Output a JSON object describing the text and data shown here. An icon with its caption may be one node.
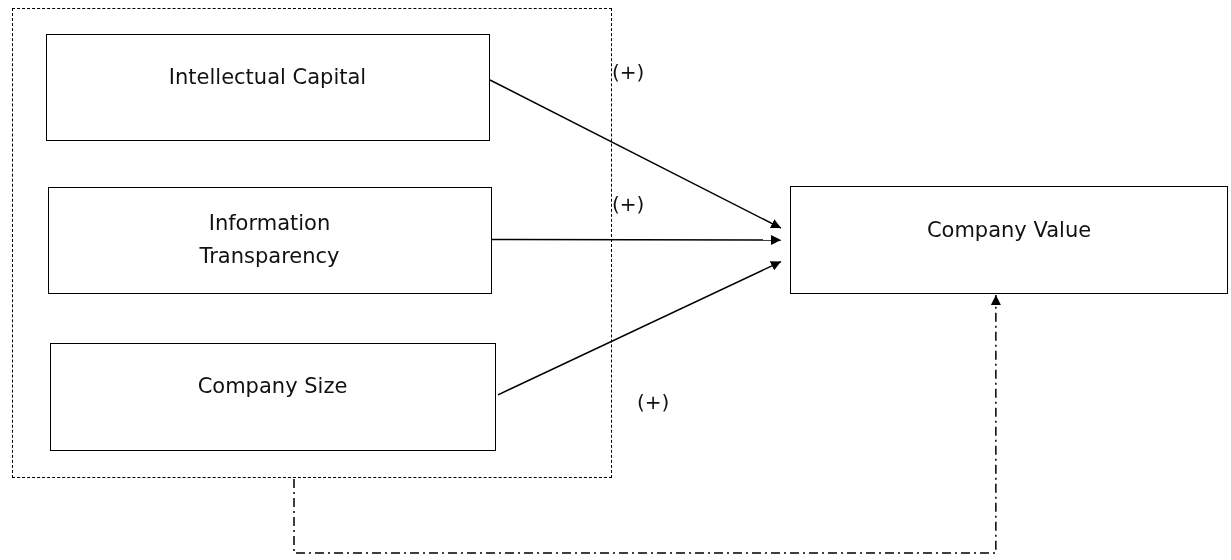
{
  "diagram": {
    "nodes": [
      {
        "text": [],
        "shape": "box"
      },
      {
        "text": [
          "Intellectual Capital"
        ],
        "in": 0
      },
      {
        "text": [
          "Information Transparency"
        ],
        "in": 0
      },
      {
        "text": [
          "Company Size"
        ],
        "in": 0
      },
      {
        "text": [
          "Company Value"
        ]
      }
    ],
    "edges": [
      {
        "from": 1,
        "to": 4,
        "arrow": "to"
      },
      {
        "from": 2,
        "to": 4,
        "arrow": "to"
      },
      {
        "from": 3,
        "to": 4,
        "arrow": "to"
      },
      {
        "from": 0,
        "to": 4,
        "arrow": "to",
        "style": "dashed"
      }
    ],
    "labels": [
      "(+)",
      "(+)",
      "(+)"
    ]
  }
}
